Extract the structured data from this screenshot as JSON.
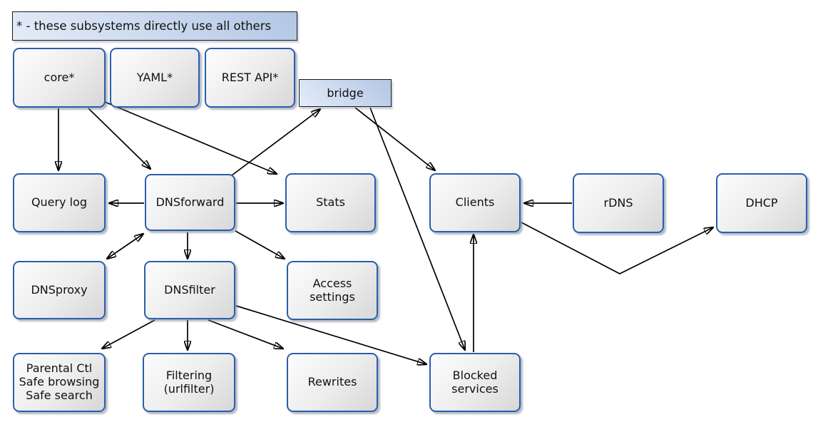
{
  "diagram": {
    "title_note": "* - these subsystems directly use all others",
    "nodes": {
      "core": {
        "label": "core*"
      },
      "yaml": {
        "label": "YAML*"
      },
      "restapi": {
        "label": "REST API*"
      },
      "bridge": {
        "label": "bridge"
      },
      "querylog": {
        "label": "Query log"
      },
      "dnsforward": {
        "label": "DNSforward"
      },
      "stats": {
        "label": "Stats"
      },
      "clients": {
        "label": "Clients"
      },
      "rdns": {
        "label": "rDNS"
      },
      "dhcp": {
        "label": "DHCP"
      },
      "dnsproxy": {
        "label": "DNSproxy"
      },
      "dnsfilter": {
        "label": "DNSfilter"
      },
      "access": {
        "lines": [
          "Access",
          "settings"
        ]
      },
      "parental": {
        "lines": [
          "Parental Ctl",
          "Safe browsing",
          "Safe search"
        ]
      },
      "filtering": {
        "lines": [
          "Filtering",
          "(urlfilter)"
        ]
      },
      "rewrites": {
        "label": "Rewrites"
      },
      "blocked": {
        "lines": [
          "Blocked",
          "services"
        ]
      }
    },
    "edges": [
      {
        "from": "core",
        "to": "Query log"
      },
      {
        "from": "core",
        "to": "DNSforward"
      },
      {
        "from": "core",
        "to": "Stats"
      },
      {
        "from": "DNSforward",
        "to": "bridge"
      },
      {
        "from": "DNSforward",
        "to": "Query log"
      },
      {
        "from": "DNSforward",
        "to": "Stats"
      },
      {
        "from": "DNSforward",
        "to": "DNSproxy",
        "bidirectional": true
      },
      {
        "from": "DNSforward",
        "to": "DNSfilter"
      },
      {
        "from": "DNSforward",
        "to": "Access settings"
      },
      {
        "from": "DNSfilter",
        "to": "Parental Ctl / Safe browsing / Safe search"
      },
      {
        "from": "DNSfilter",
        "to": "Filtering (urlfilter)"
      },
      {
        "from": "DNSfilter",
        "to": "Rewrites"
      },
      {
        "from": "DNSfilter",
        "to": "Blocked services"
      },
      {
        "from": "bridge",
        "to": "Clients"
      },
      {
        "from": "bridge",
        "to": "Blocked services"
      },
      {
        "from": "Blocked services",
        "to": "Clients"
      },
      {
        "from": "rDNS",
        "to": "Clients"
      },
      {
        "from": "Clients",
        "to": "DHCP"
      }
    ],
    "colors": {
      "node_border": "#2b5dad",
      "node_fill_light": "#fdfdfd",
      "node_fill_dark": "#d7d7d7",
      "blue_fill_light": "#e4ecf8",
      "blue_fill_dark": "#b2c6e4",
      "edge": "#000000",
      "background": "#ffffff"
    }
  }
}
